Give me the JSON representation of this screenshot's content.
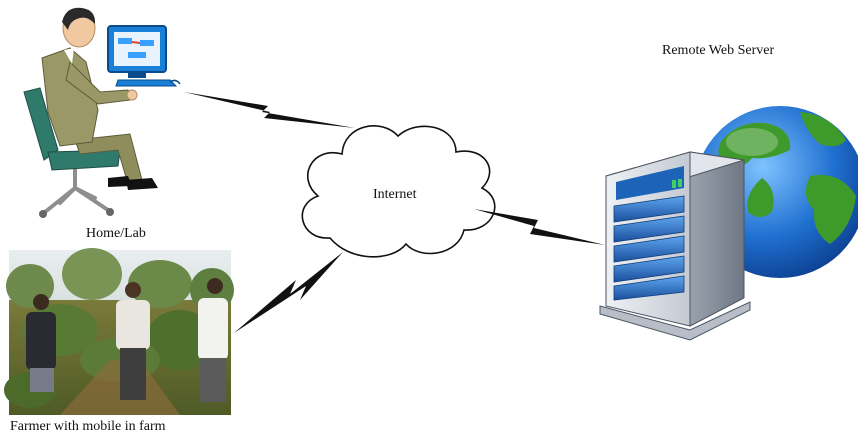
{
  "labels": {
    "remote_server": "Remote Web Server",
    "home_lab": "Home/Lab",
    "internet": "Internet",
    "farmer": "Farmer with mobile in farm"
  },
  "colors": {
    "lightning": "#111111",
    "cloud_stroke": "#111111",
    "globe_water": "#1f6fd0",
    "globe_land": "#3f9a2c",
    "server_body": "#d9dde3",
    "server_panel": "#1d63b8",
    "suit": "#9a9867",
    "chair": "#2f7a6a",
    "monitor": "#1a7fd6"
  },
  "icons": {
    "user": "person-at-computer-icon",
    "cloud": "internet-cloud-icon",
    "server": "server-tower-icon",
    "globe": "globe-icon",
    "link": "lightning-link-icon"
  }
}
